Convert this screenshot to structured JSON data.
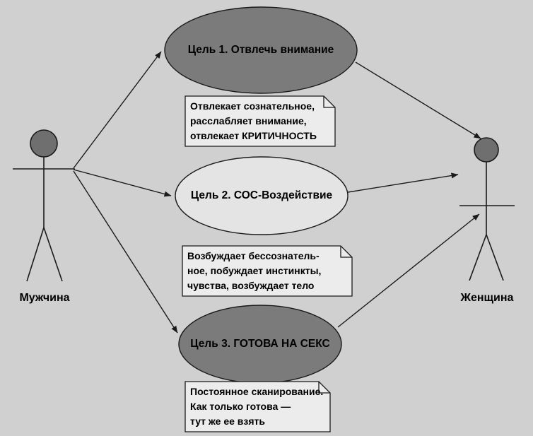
{
  "diagram": {
    "type": "uml-use-case",
    "colors": {
      "background": "#d0d0d0",
      "dark_ellipse_fill": "#7b7b7b",
      "light_ellipse_fill": "#e4e4e4",
      "note_fill": "#ececec",
      "actor_head_fill": "#6f6f6f",
      "line_color": "#1a1a1a"
    },
    "actors": [
      {
        "id": "man",
        "label": "Мужчина"
      },
      {
        "id": "woman",
        "label": "Женщина"
      }
    ],
    "usecases": [
      {
        "id": "goal1",
        "label": "Цель 1. Отвлечь внимание",
        "fill": "#7b7b7b"
      },
      {
        "id": "goal2",
        "label": "Цель 2. СОС-Воздействие",
        "fill": "#e4e4e4"
      },
      {
        "id": "goal3",
        "label": "Цель 3. ГОТОВА НА СЕКС",
        "fill": "#7b7b7b"
      }
    ],
    "notes": [
      {
        "id": "note1",
        "lines": [
          "Отвлекает сознательное,",
          "расслабляет внимание,",
          "отвлекает КРИТИЧНОСТЬ"
        ]
      },
      {
        "id": "note2",
        "lines": [
          "Возбуждает бессознатель-",
          "ное, побуждает инстинкты,",
          "чувства, возбуждает тело"
        ]
      },
      {
        "id": "note3",
        "lines": [
          "Постоянное сканирование.",
          "Как только готова —",
          "тут же ее взять"
        ]
      }
    ],
    "connections": [
      {
        "from": "man",
        "to": "goal1"
      },
      {
        "from": "man",
        "to": "goal2"
      },
      {
        "from": "man",
        "to": "goal3"
      },
      {
        "from": "goal1",
        "to": "woman"
      },
      {
        "from": "goal2",
        "to": "woman"
      },
      {
        "from": "goal3",
        "to": "woman"
      }
    ]
  }
}
